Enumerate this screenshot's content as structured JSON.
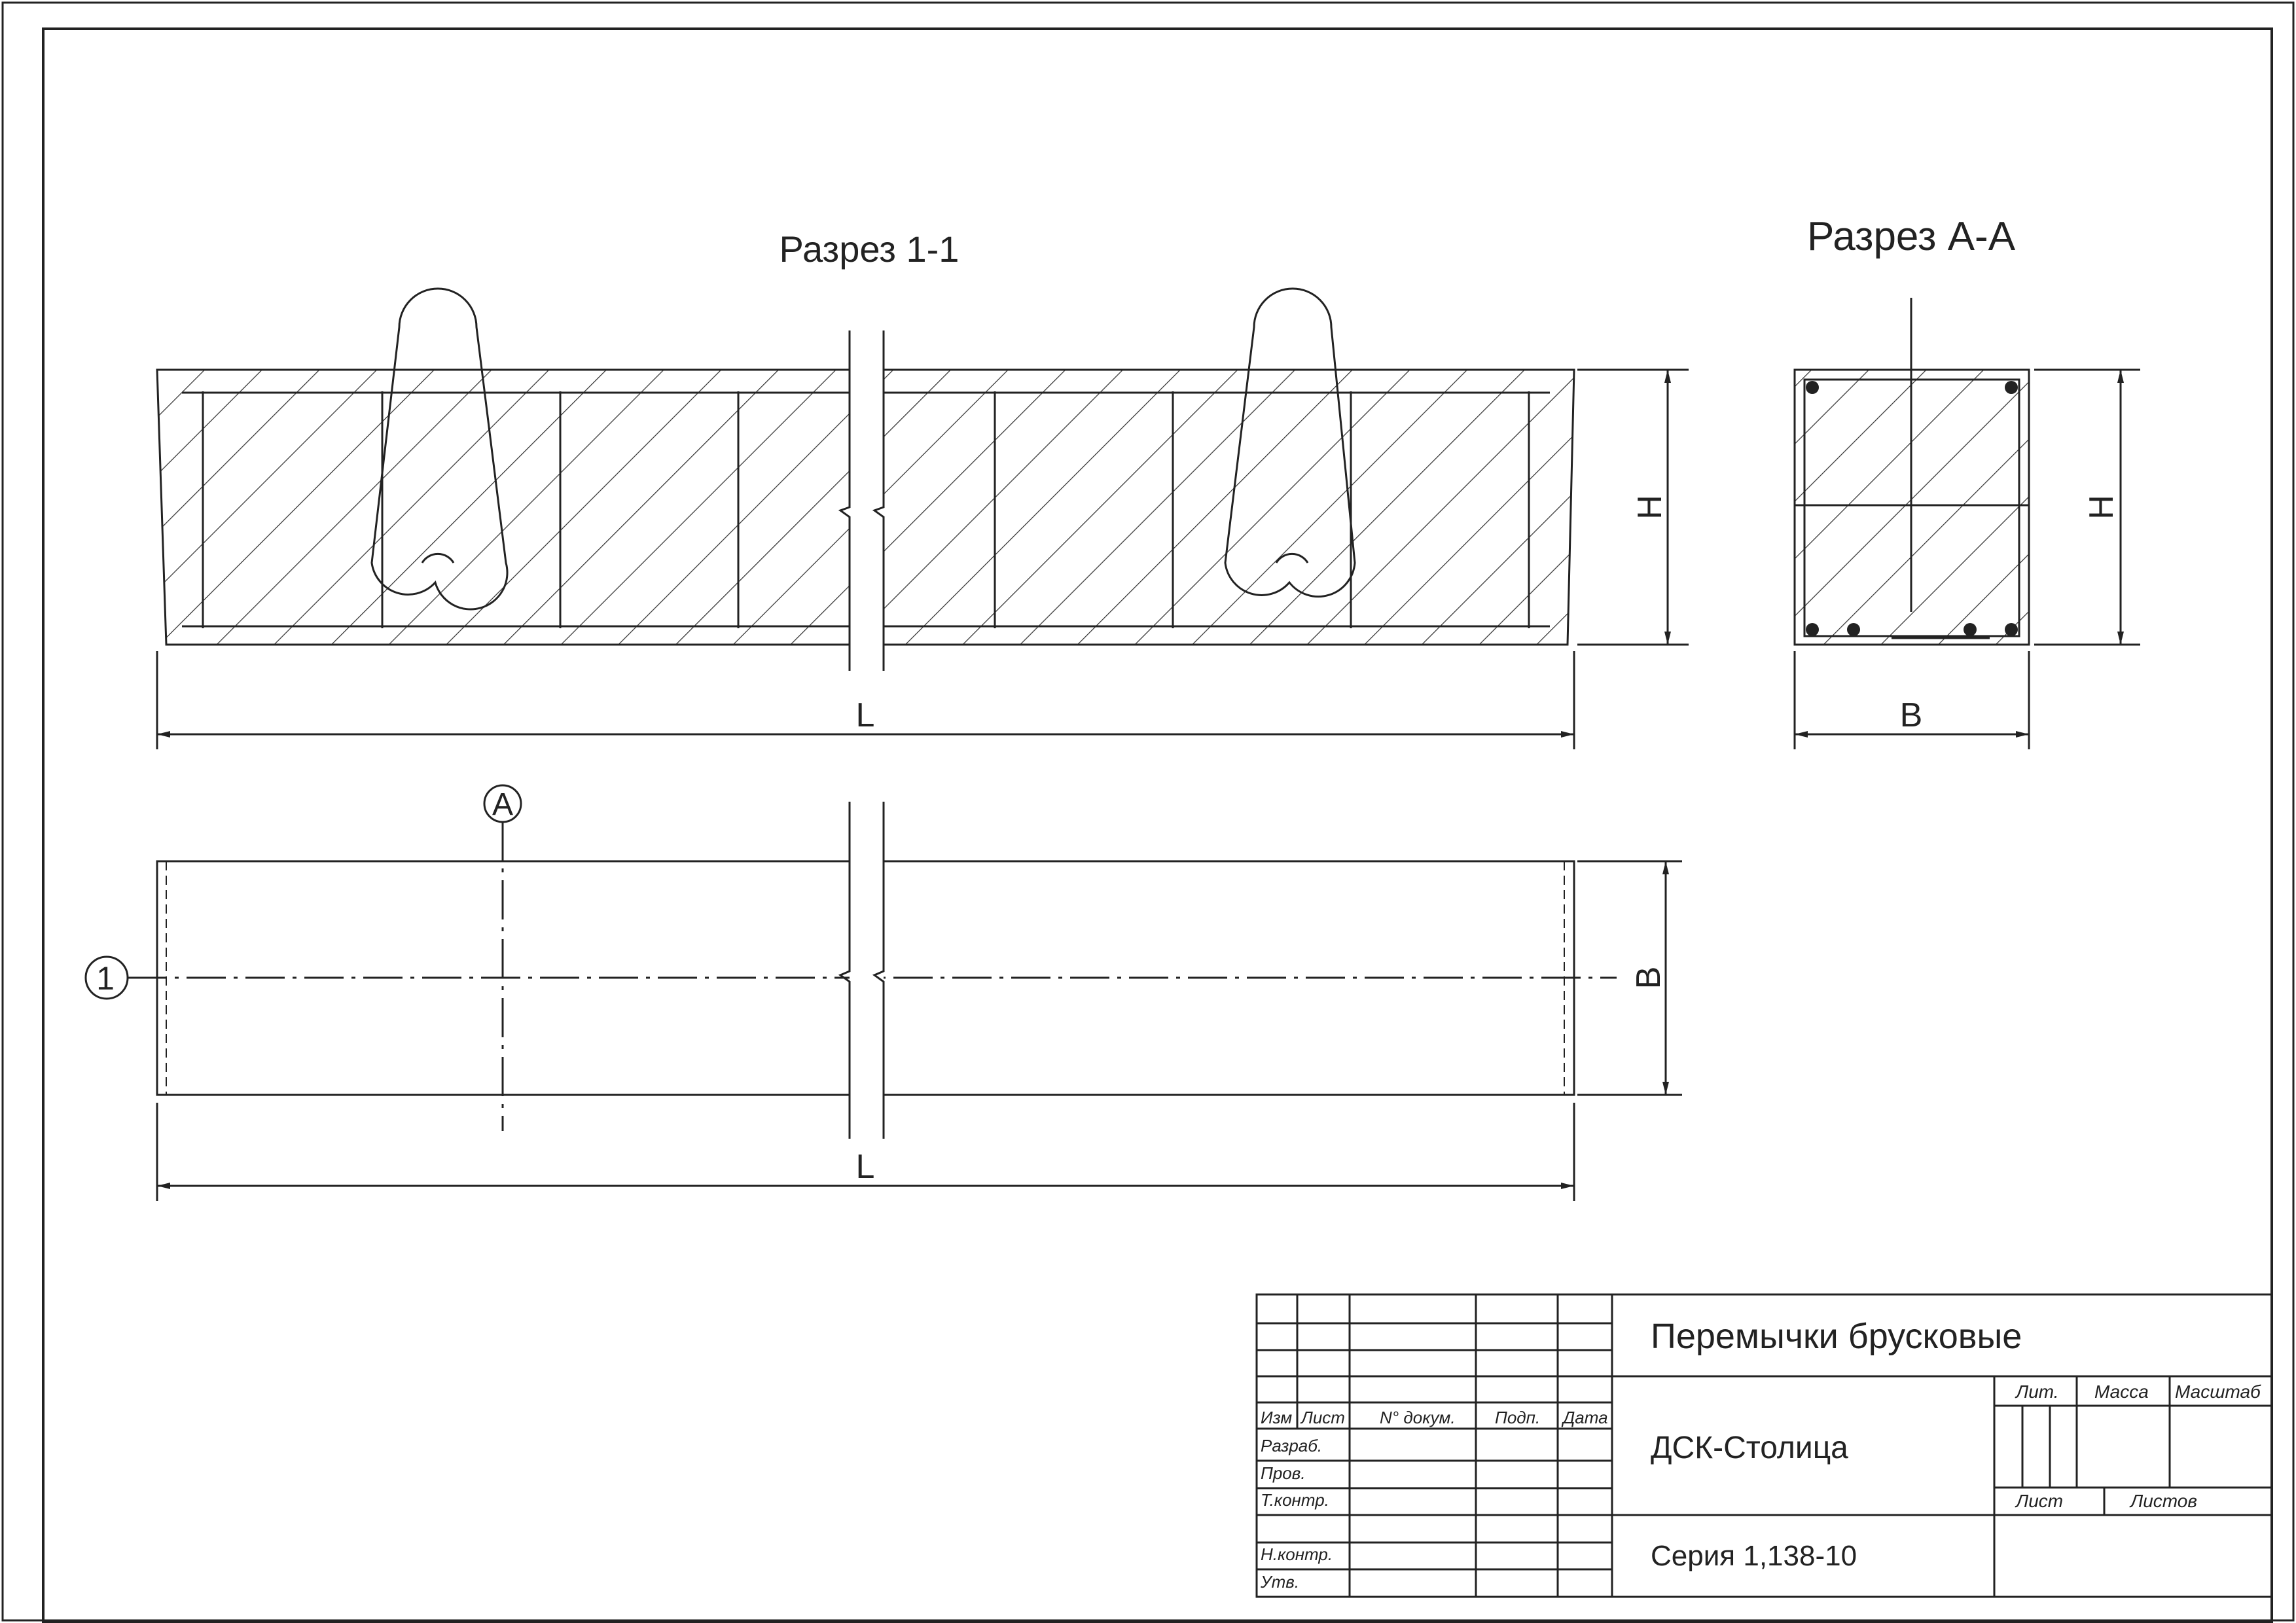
{
  "sections": {
    "section_1_1": {
      "title": "Разрез 1-1",
      "length_label": "L",
      "height_label": "H"
    },
    "section_a_a": {
      "title": "Разрез А-А",
      "width_label": "B",
      "height_label": "H"
    },
    "plan": {
      "length_label": "L",
      "width_label": "B",
      "marker_a": "A",
      "marker_1": "1"
    }
  },
  "title_block": {
    "name": "Перемычки брусковые",
    "organization": "ДСК-Столица",
    "series": "Серия 1,138-10",
    "headers": {
      "izm": "Изм",
      "list": "Лист",
      "doc": "N° докум.",
      "sign": "Подп.",
      "date": "Дата"
    },
    "roles": {
      "razrab": "Разраб.",
      "prov": "Пров.",
      "tkontr": "Т.контр.",
      "nkontr": "Н.контр.",
      "utv": "Утв."
    },
    "right": {
      "lit": "Лит.",
      "massa": "Масса",
      "masshtab": "Масштаб",
      "list": "Лист",
      "listov": "Листов"
    }
  }
}
